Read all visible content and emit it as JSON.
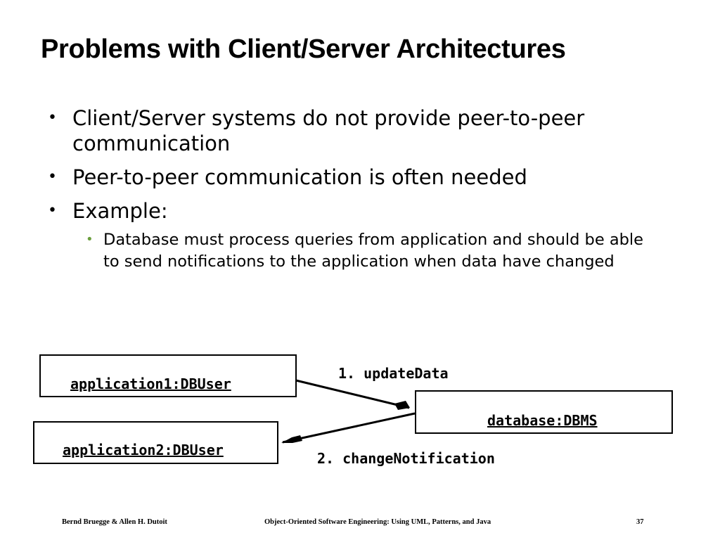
{
  "slide": {
    "title": "Problems with Client/Server Architectures",
    "bullets": [
      "Client/Server systems do not provide peer-to-peer communication",
      "Peer-to-peer communication is often needed",
      "Example:"
    ],
    "sub_bullets": [
      "Database must process queries  from application and should be able to send notifications to the application when data have changed"
    ]
  },
  "diagram": {
    "objects": {
      "app1": "application1:DBUser",
      "app2": "application2:DBUser",
      "db": "database:DBMS"
    },
    "messages": {
      "m1": "1. updateData",
      "m2": "2. changeNotification"
    }
  },
  "footer": {
    "authors": "Bernd Bruegge & Allen H. Dutoit",
    "book": "Object-Oriented Software Engineering: Using UML, Patterns, and Java",
    "page": "37"
  }
}
